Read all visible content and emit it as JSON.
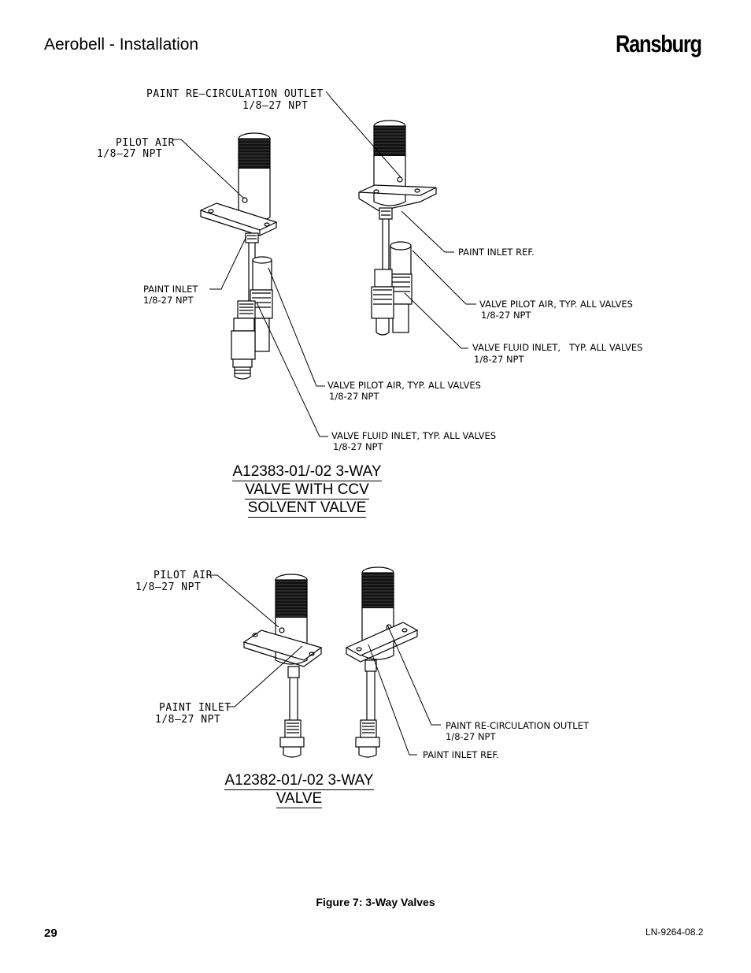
{
  "header": {
    "section_title": "Aerobell - Installation",
    "brand": "Ransburg"
  },
  "figure_top": {
    "callouts": {
      "recirc_outlet_l1": "PAINT RE–CIRCULATION OUTLET",
      "recirc_outlet_l2": "1/8–27 NPT",
      "pilot_air_l1": "PILOT AIR",
      "pilot_air_l2": "1/8–27 NPT",
      "paint_inlet_ref": "PAINT INLET REF.",
      "paint_inlet_l1": "PAINT INLET",
      "paint_inlet_l2": "1/8-27 NPT",
      "valve_pilot_right_l1": "VALVE PILOT AIR, TYP. ALL VALVES",
      "valve_pilot_right_l2": "1/8-27 NPT",
      "valve_fluid_right_l1": "VALVE FLUID INLET,   TYP. ALL VALVES",
      "valve_fluid_right_l2": "1/8-27 NPT",
      "valve_pilot_mid_l1": "VALVE PILOT AIR, TYP. ALL VALVES",
      "valve_pilot_mid_l2": "1/8-27 NPT",
      "valve_fluid_mid_l1": "VALVE FLUID INLET, TYP. ALL VALVES",
      "valve_fluid_mid_l2": "1/8-27 NPT"
    },
    "caption_l1": "A12383-01/-02 3-WAY",
    "caption_l2": "VALVE WITH CCV",
    "caption_l3": "SOLVENT VALVE"
  },
  "figure_bottom": {
    "callouts": {
      "pilot_air_l1": "PILOT AIR",
      "pilot_air_l2": "1/8–27 NPT",
      "paint_inlet_l1": "PAINT INLET",
      "paint_inlet_l2": "1/8–27 NPT",
      "recirc_outlet_l1": "PAINT RE-CIRCULATION OUTLET",
      "recirc_outlet_l2": "1/8-27 NPT",
      "paint_inlet_ref": "PAINT INLET REF."
    },
    "caption_l1": "A12382-01/-02 3-WAY",
    "caption_l2": "VALVE"
  },
  "figure_caption": "Figure 7:  3-Way Valves",
  "footer": {
    "page_number": "29",
    "doc_number": "LN-9264-08.2"
  }
}
